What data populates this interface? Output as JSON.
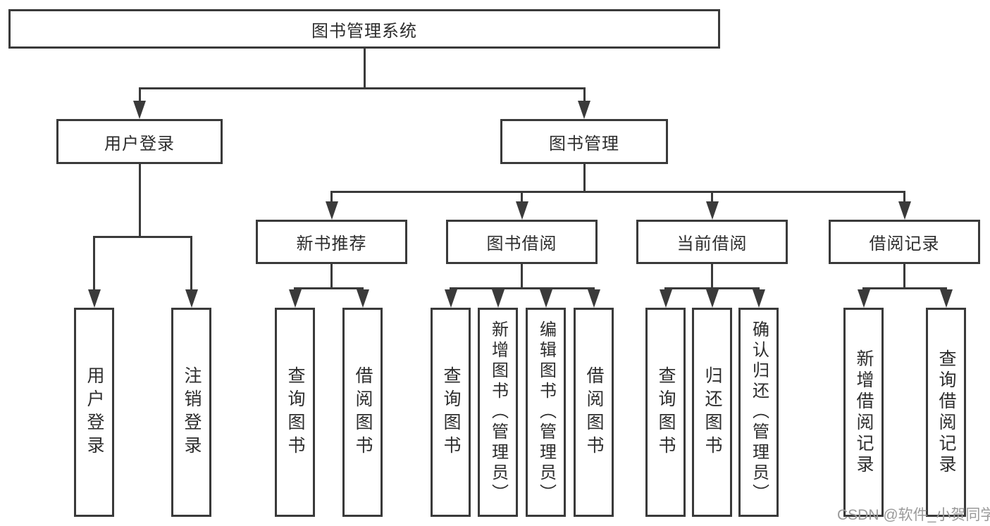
{
  "diagram": {
    "title": "图书管理系统",
    "user_login": {
      "label": "用户登录",
      "children": {
        "login": "用户登录",
        "logout": "注销登录"
      }
    },
    "book_management": {
      "label": "图书管理",
      "new_book_recommend": {
        "label": "新书推荐",
        "children": {
          "query_books": "查询图书",
          "borrow_books": "借阅图书"
        }
      },
      "book_borrowing": {
        "label": "图书借阅",
        "children": {
          "query_books": "查询图书",
          "add_books": "新增图书（管理员）",
          "edit_books": "编辑图书（管理员）",
          "borrow_books": "借阅图书"
        }
      },
      "current_borrowing": {
        "label": "当前借阅",
        "children": {
          "query_books": "查询图书",
          "return_books": "归还图书",
          "confirm_return": "确认归还（管理员）"
        }
      },
      "borrowing_records": {
        "label": "借阅记录",
        "children": {
          "add_record": "新增借阅记录",
          "query_record": "查询借阅记录"
        }
      }
    }
  },
  "watermark": "CSDN @软件_小贺同学",
  "colors": {
    "line": "#3a3a3a",
    "box_border": "#3a3a3a",
    "text": "#2d2d2d",
    "watermark": "#9a9a9a",
    "background": "#ffffff"
  }
}
